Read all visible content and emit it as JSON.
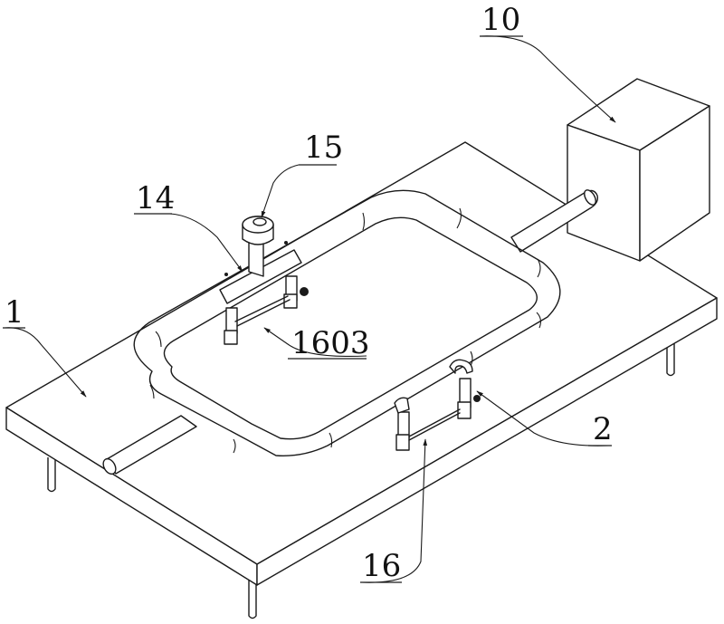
{
  "figure": {
    "type": "patent-style isometric line drawing",
    "description": "Table-mounted looped pipe assembly with box unit, tee fitting and support clamps",
    "callouts": [
      {
        "id": "callout-1",
        "label": "1",
        "part": "table / base plate"
      },
      {
        "id": "callout-2",
        "label": "2",
        "part": "pipe clamp"
      },
      {
        "id": "callout-10",
        "label": "10",
        "part": "box unit"
      },
      {
        "id": "callout-14",
        "label": "14",
        "part": "pipe"
      },
      {
        "id": "callout-15",
        "label": "15",
        "part": "tee inlet"
      },
      {
        "id": "callout-16",
        "label": "16",
        "part": "support assembly"
      },
      {
        "id": "callout-1603",
        "label": "1603",
        "part": "connecting rod"
      }
    ]
  },
  "colors": {
    "line": "#1a1a1a",
    "background": "#ffffff"
  }
}
